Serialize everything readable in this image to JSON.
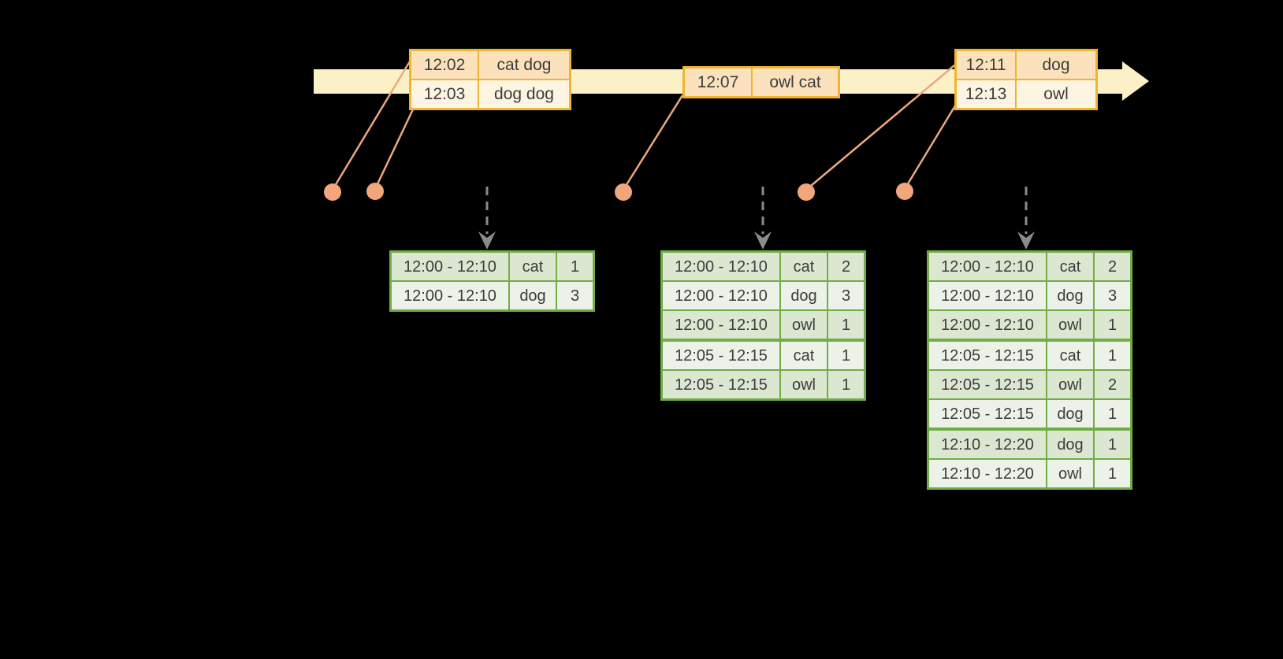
{
  "colors": {
    "background": "#000000",
    "timeline_band": "#FCF1C6",
    "event_border": "#F0B52F",
    "event_row_dark": "#FBE2BD",
    "event_row_light": "#FEF4E2",
    "connector": "#ECA87D",
    "dot": "#F1A67B",
    "trigger_arrow": "#8B8B8B",
    "table_border": "#70AD47",
    "table_row_dark": "#DCE7D2",
    "table_row_light": "#EDF2E8",
    "text": "#3C3C3C"
  },
  "timeline": {
    "event_boxes": [
      {
        "rows": [
          {
            "time": "12:02",
            "words": "cat dog"
          },
          {
            "time": "12:03",
            "words": "dog dog"
          }
        ]
      },
      {
        "rows": [
          {
            "time": "12:07",
            "words": "owl cat"
          }
        ]
      },
      {
        "rows": [
          {
            "time": "12:11",
            "words": "dog"
          },
          {
            "time": "12:13",
            "words": "owl"
          }
        ]
      }
    ]
  },
  "result_tables": [
    {
      "rows": [
        {
          "window": "12:00 - 12:10",
          "word": "cat",
          "count": "1"
        },
        {
          "window": "12:00 - 12:10",
          "word": "dog",
          "count": "3"
        }
      ]
    },
    {
      "rows": [
        {
          "window": "12:00 - 12:10",
          "word": "cat",
          "count": "2"
        },
        {
          "window": "12:00 - 12:10",
          "word": "dog",
          "count": "3"
        },
        {
          "window": "12:00 - 12:10",
          "word": "owl",
          "count": "1"
        },
        {
          "window": "12:05 - 12:15",
          "word": "cat",
          "count": "1",
          "sep": true
        },
        {
          "window": "12:05 - 12:15",
          "word": "owl",
          "count": "1"
        }
      ]
    },
    {
      "rows": [
        {
          "window": "12:00 - 12:10",
          "word": "cat",
          "count": "2"
        },
        {
          "window": "12:00 - 12:10",
          "word": "dog",
          "count": "3"
        },
        {
          "window": "12:00 - 12:10",
          "word": "owl",
          "count": "1"
        },
        {
          "window": "12:05 - 12:15",
          "word": "cat",
          "count": "1",
          "sep": true
        },
        {
          "window": "12:05 - 12:15",
          "word": "owl",
          "count": "2"
        },
        {
          "window": "12:05 - 12:15",
          "word": "dog",
          "count": "1"
        },
        {
          "window": "12:10 - 12:20",
          "word": "dog",
          "count": "1",
          "sep": true
        },
        {
          "window": "12:10 - 12:20",
          "word": "owl",
          "count": "1"
        }
      ]
    }
  ]
}
